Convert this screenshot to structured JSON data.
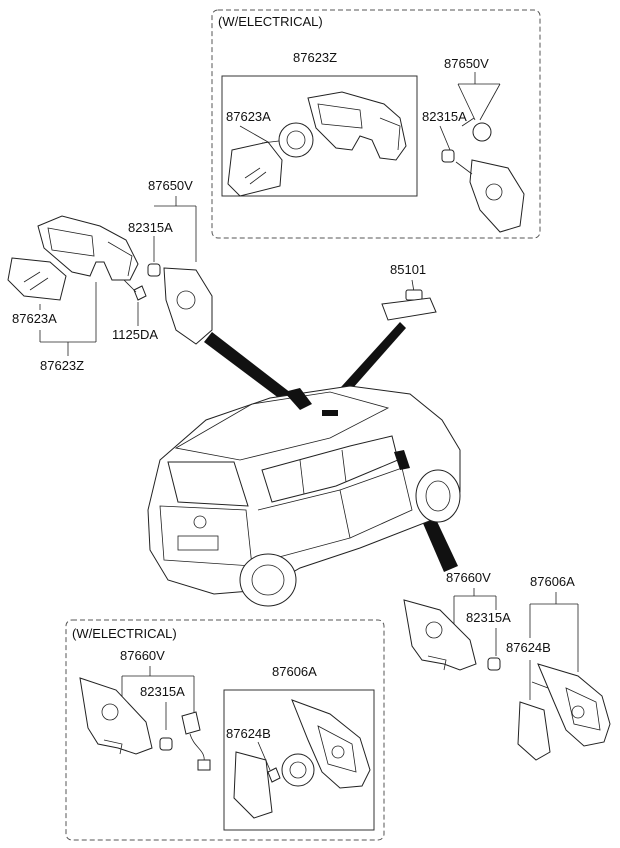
{
  "groups": {
    "top_electrical_title": "(W/ELECTRICAL)",
    "bottom_electrical_title": "(W/ELECTRICAL)"
  },
  "labels": {
    "top_87623Z": "87623Z",
    "top_87650V": "87650V",
    "top_87623A": "87623A",
    "top_82315A": "82315A",
    "left_87650V": "87650V",
    "left_82315A": "82315A",
    "left_87623A": "87623A",
    "left_1125DA": "1125DA",
    "left_87623Z": "87623Z",
    "center_85101": "85101",
    "right_87660V": "87660V",
    "right_82315A": "82315A",
    "right_87606A": "87606A",
    "right_87624B": "87624B",
    "bottom_87660V": "87660V",
    "bottom_82315A": "82315A",
    "bottom_87606A": "87606A",
    "bottom_87624B": "87624B"
  }
}
